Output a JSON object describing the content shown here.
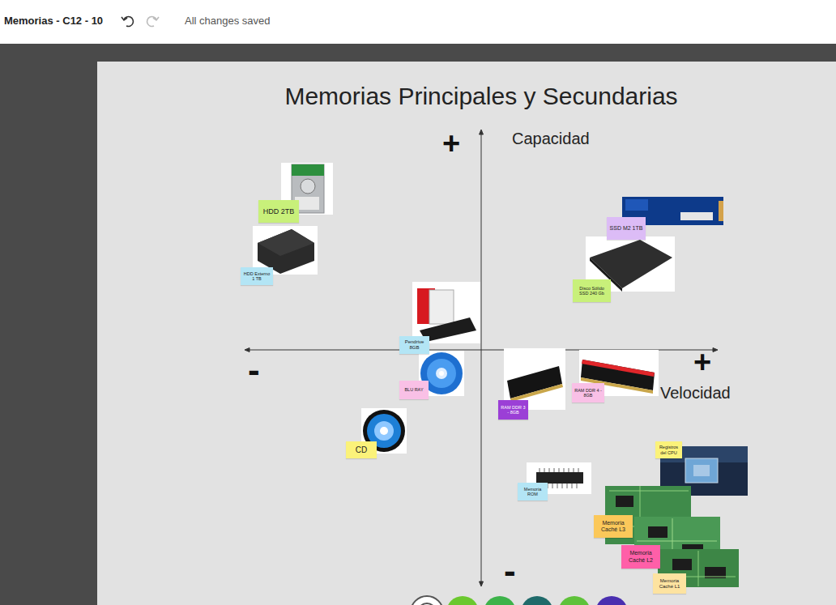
{
  "diagram": {
    "title": "Memorias Principales y Secundarias",
    "nodes": [
      {
        "text": [
          "HDD 2TB"
        ]
      },
      {
        "text": [
          "SSD M2 1TB"
        ]
      },
      {
        "text": [
          "HDD Externo 1 TB"
        ]
      },
      {
        "text": [
          "Disco Sólido SSD 240 Gb"
        ]
      },
      {
        "text": [
          "Pendrive 8GB"
        ]
      },
      {
        "text": [
          "BLU RAY"
        ]
      },
      {
        "text": [
          "RAM DDR 4 - 8GB"
        ]
      },
      {
        "text": [
          "RAM DDR 3 - 8GB"
        ]
      },
      {
        "text": [
          "CD"
        ]
      },
      {
        "text": [
          "Registros del CPU"
        ]
      },
      {
        "text": [
          "Memoria ROM"
        ]
      },
      {
        "text": [
          "Memoria Caché L3"
        ]
      },
      {
        "text": [
          "Memoria Caché L2"
        ]
      },
      {
        "text": [
          "Memoria Caché L1"
        ]
      }
    ],
    "labels": [
      "Memorias - C12 - 10",
      "All changes saved",
      "+",
      "Capacidad",
      "-",
      "+",
      "Velocidad",
      "-"
    ]
  }
}
